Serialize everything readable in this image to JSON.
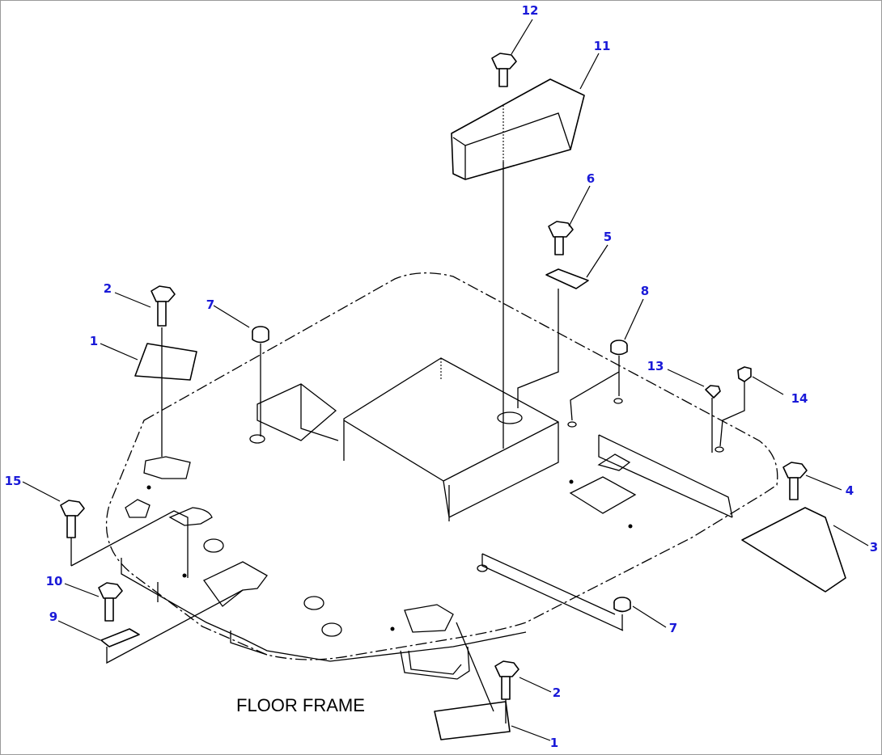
{
  "diagram": {
    "caption": "FLOOR FRAME",
    "callouts": [
      {
        "id": "c12",
        "label": "12"
      },
      {
        "id": "c11",
        "label": "11"
      },
      {
        "id": "c6",
        "label": "6"
      },
      {
        "id": "c5",
        "label": "5"
      },
      {
        "id": "c2a",
        "label": "2"
      },
      {
        "id": "c7a",
        "label": "7"
      },
      {
        "id": "c8",
        "label": "8"
      },
      {
        "id": "c1a",
        "label": "1"
      },
      {
        "id": "c13",
        "label": "13"
      },
      {
        "id": "c14",
        "label": "14"
      },
      {
        "id": "c15",
        "label": "15"
      },
      {
        "id": "c4",
        "label": "4"
      },
      {
        "id": "c3",
        "label": "3"
      },
      {
        "id": "c10",
        "label": "10"
      },
      {
        "id": "c9",
        "label": "9"
      },
      {
        "id": "c7b",
        "label": "7"
      },
      {
        "id": "c2b",
        "label": "2"
      },
      {
        "id": "c1b",
        "label": "1"
      }
    ],
    "callout_color": "#1a1ad8"
  }
}
